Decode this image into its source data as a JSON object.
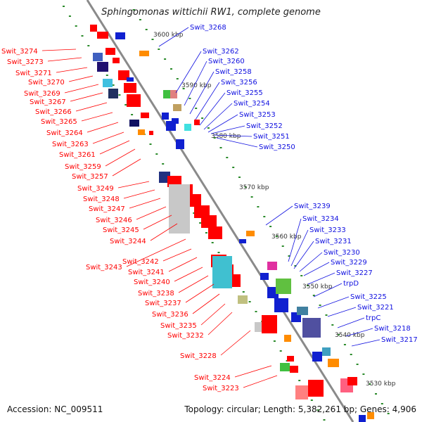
{
  "title": "Sphingomonas wittichii RW1, complete genome",
  "footer": {
    "accession": "Accession: NC_009511",
    "summary": "Topology: circular; Length: 5,382,261 bp; Genes: 4,906"
  },
  "colors": {
    "forward": "#ff0000",
    "reverse": "#1010e0",
    "backbone": "#8a8a8a",
    "ticks": "#2a8a2a",
    "background": "#ffffff"
  },
  "scale_labels": [
    "3600 kbp",
    "3590 kbp",
    "3580 kbp",
    "3570 kbp",
    "3560 kbp",
    "3550 kbp",
    "3540 kbp",
    "3530 kbp"
  ],
  "left_labels": [
    "Swit_3274",
    "Swit_3273",
    "Swit_3271",
    "Swit_3270",
    "Swit_3269",
    "Swit_3267",
    "Swit_3266",
    "Swit_3265",
    "Swit_3264",
    "Swit_3263",
    "Swit_3261",
    "Swit_3259",
    "Swit_3257",
    "Swit_3249",
    "Swit_3248",
    "Swit_3247",
    "Swit_3246",
    "Swit_3245",
    "Swit_3244",
    "Swit_3243",
    "Swit_3242",
    "Swit_3241",
    "Swit_3240",
    "Swit_3238",
    "Swit_3237",
    "Swit_3236",
    "Swit_3235",
    "Swit_3232",
    "Swit_3228",
    "Swit_3224",
    "Swit_3223"
  ],
  "right_labels": [
    "Swit_3268",
    "Swit_3262",
    "Swit_3260",
    "Swit_3258",
    "Swit_3256",
    "Swit_3255",
    "Swit_3254",
    "Swit_3253",
    "Swit_3252",
    "Swit_3251",
    "Swit_3250",
    "Swit_3239",
    "Swit_3234",
    "Swit_3233",
    "Swit_3231",
    "Swit_3230",
    "Swit_3229",
    "Swit_3227",
    "trpD",
    "Swit_3225",
    "Swit_3221",
    "trpC",
    "Swit_3218",
    "Swit_3217"
  ]
}
